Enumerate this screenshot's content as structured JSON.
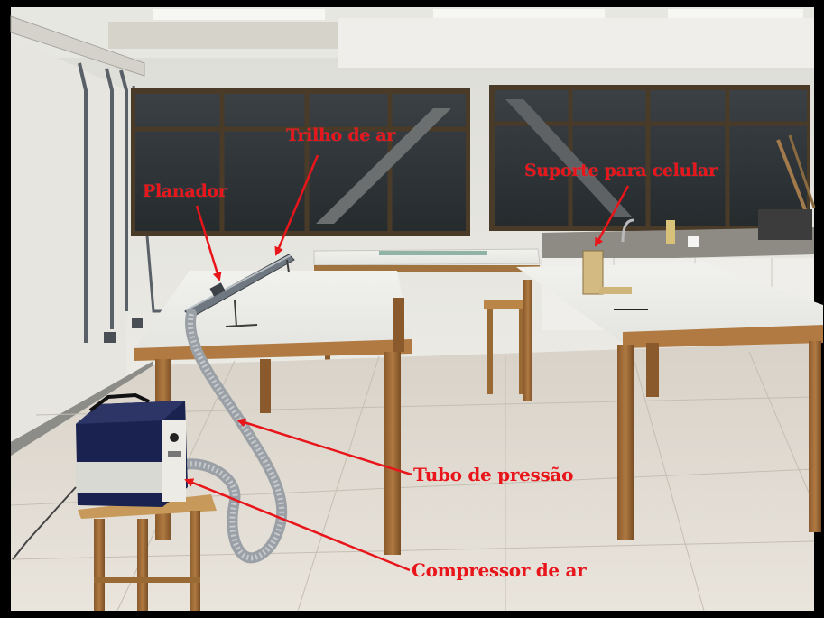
{
  "labels": {
    "trilho": "Trilho de ar",
    "planador": "Planador",
    "suporte": "Suporte para celular",
    "tubo": "Tubo de pressão",
    "compressor": "Compressor de ar"
  },
  "colors": {
    "annotation": "#e8151b",
    "border": "#000000"
  }
}
